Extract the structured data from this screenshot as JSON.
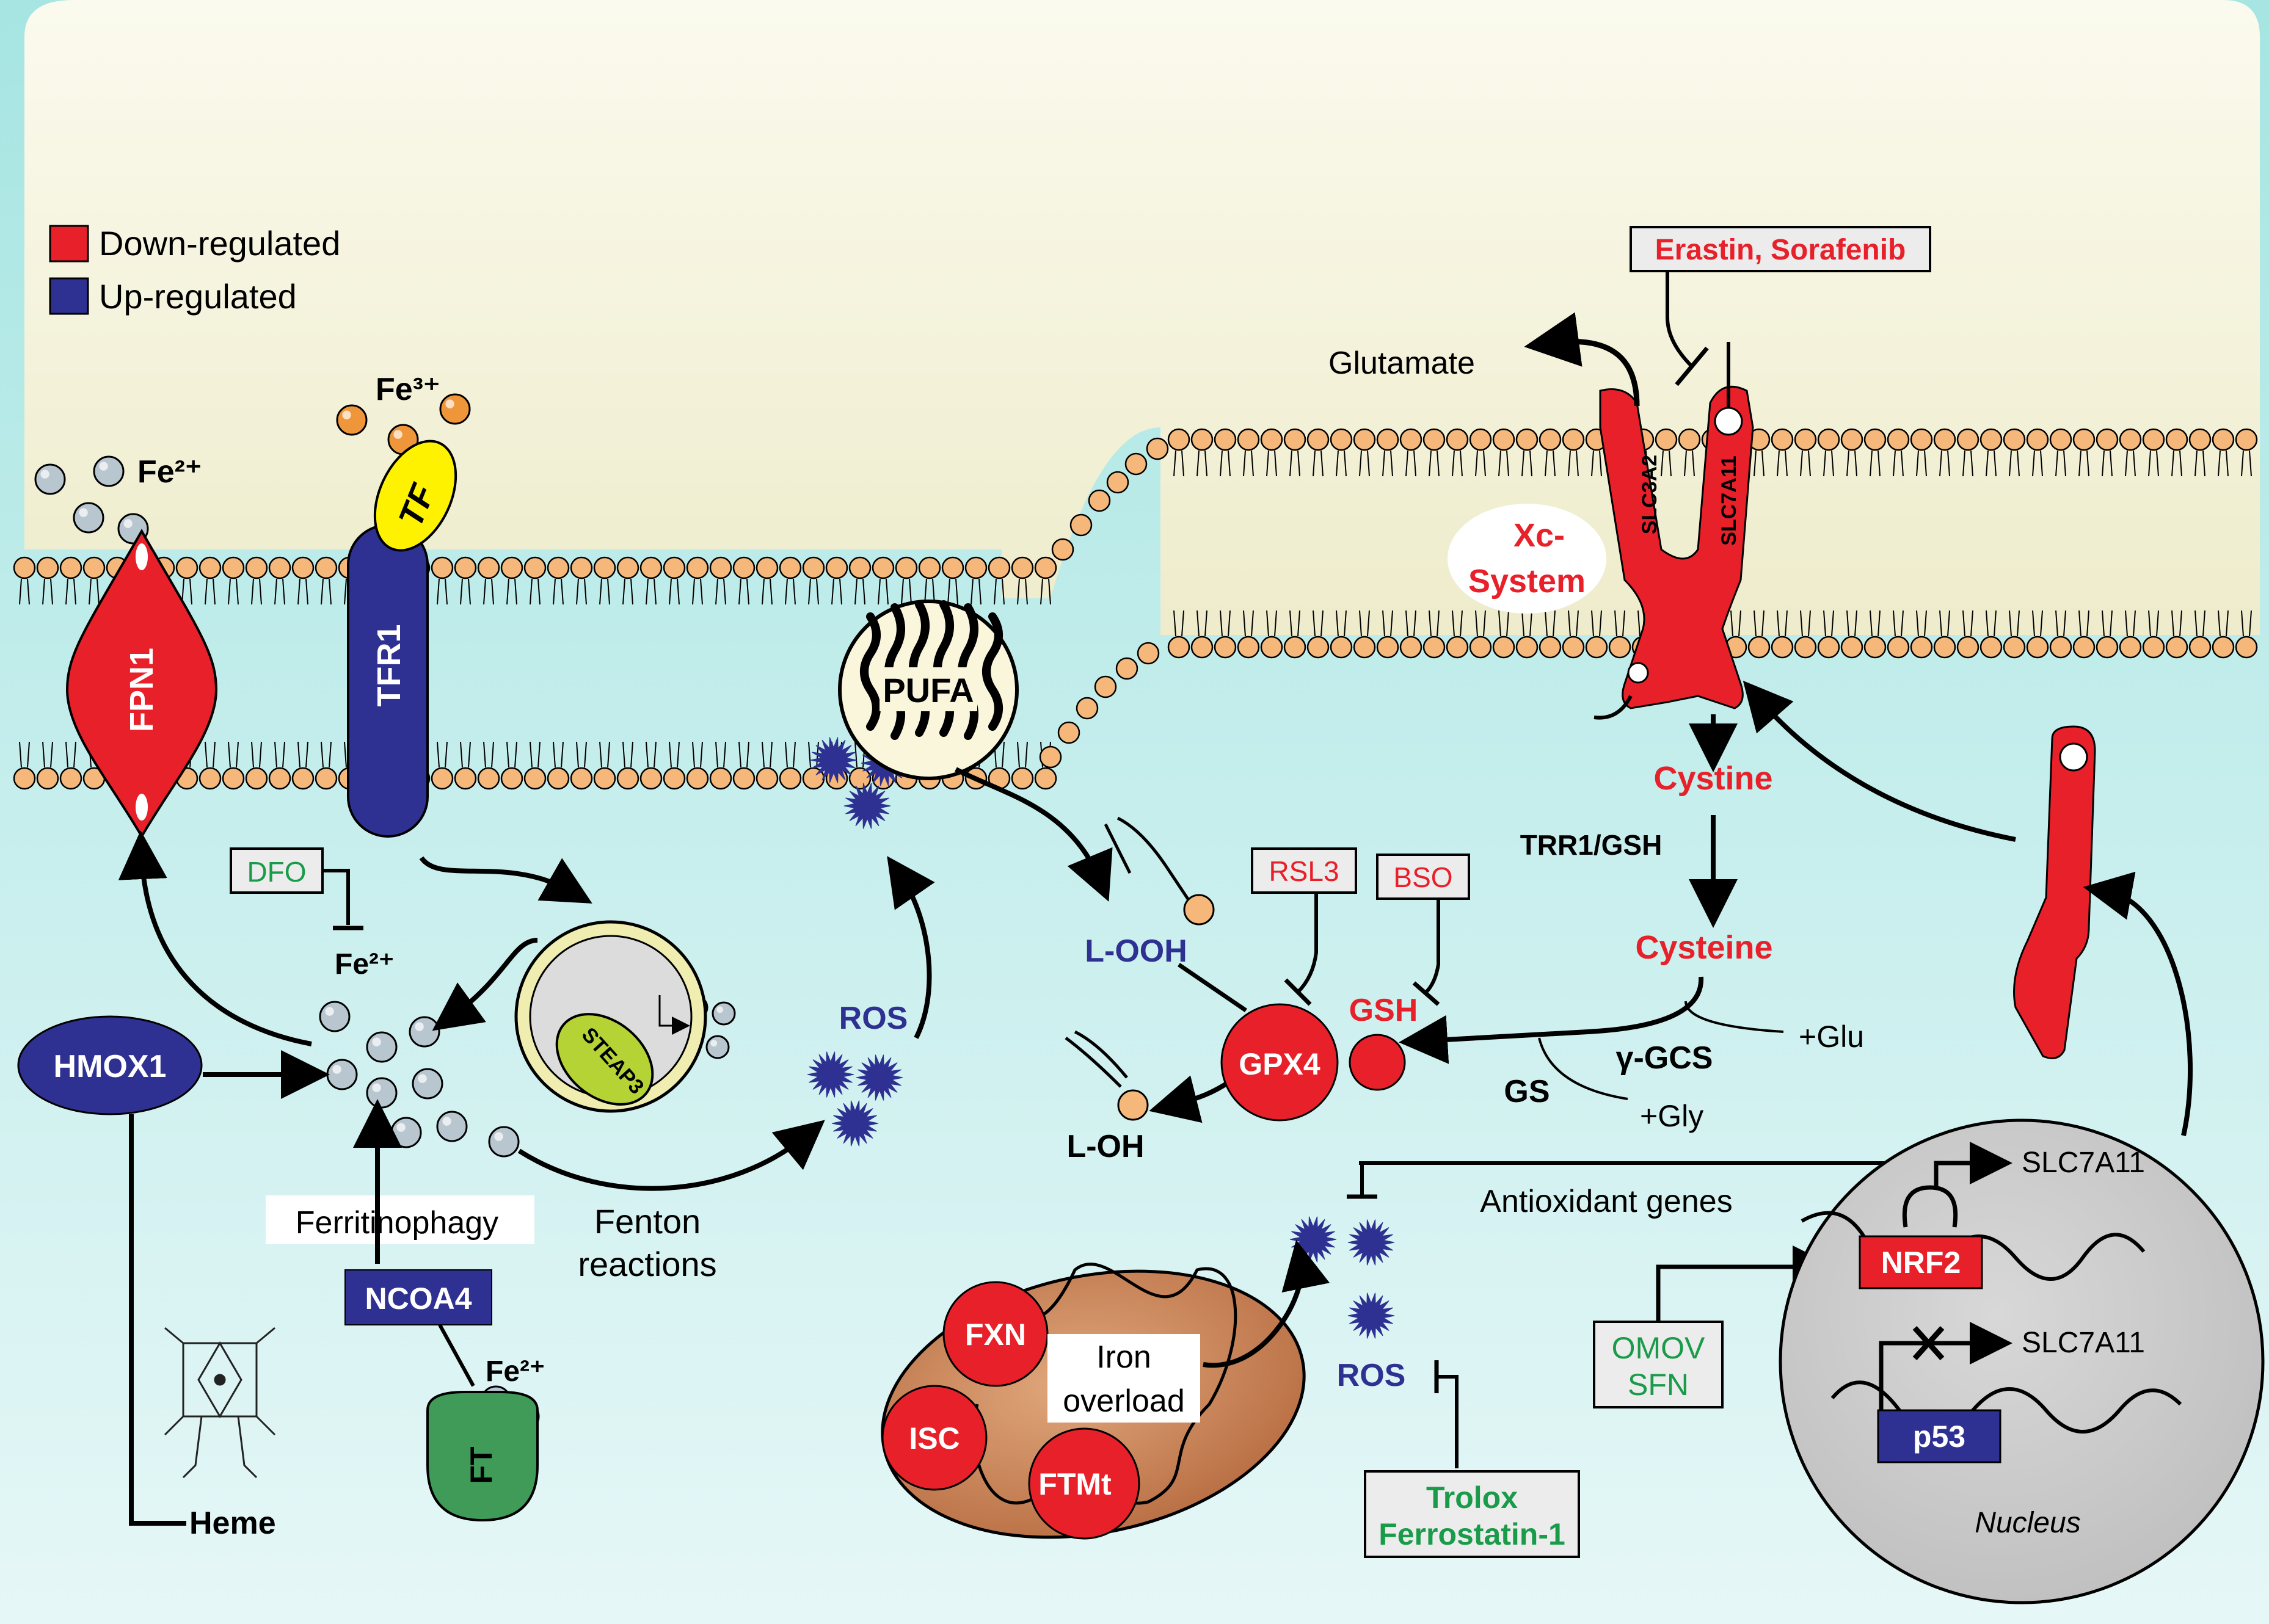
{
  "legend": {
    "down_label": "Down-regulated",
    "up_label": "Up-regulated",
    "down_color": "#e8202a",
    "up_color": "#2e3192"
  },
  "colors": {
    "extracellular": "#f2f0cf",
    "cytoplasm": "#a9e6e3",
    "down": "#e8202a",
    "up": "#2e3192",
    "inhibitor_text": "#1a9b4a",
    "inducer_text": "#e8202a",
    "lipid_head": "#f5b87a",
    "iron_ion": "#b8c6cf",
    "fe3_ion": "#f0963a"
  },
  "membrane": {
    "fe2_out": "Fe²⁺",
    "fe3_out": "Fe³⁺",
    "fpn1": "FPN1",
    "tfr1": "TFR1",
    "tf": "TF",
    "pufa": "PUFA",
    "glutamate": "Glutamate",
    "slc3a2": "SLC3A2",
    "slc7a11": "SLC7A11",
    "xc_system_line1": "Xc-",
    "xc_system_line2": "System"
  },
  "drugs": {
    "erastin": "Erastin, Sorafenib",
    "dfo": "DFO",
    "rsl3": "RSL3",
    "bso": "BSO",
    "omov_line1": "OMOV",
    "omov_line2": "SFN",
    "trolox_line1": "Trolox",
    "trolox_line2": "Ferrostatin-1"
  },
  "cytoplasm": {
    "fe2_pool": "Fe²⁺",
    "steap3": "STEAP3",
    "hmox1": "HMOX1",
    "heme": "Heme",
    "ferritinophagy": "Ferritinophagy",
    "ncoa4": "NCOA4",
    "ft": "FT",
    "ft_fe2": "Fe²⁺",
    "fenton_line1": "Fenton",
    "fenton_line2": "reactions",
    "ros_top": "ROS",
    "ros_bottom": "ROS",
    "l_ooh": "L-OOH",
    "l_oh": "L-OH",
    "gpx4": "GPX4",
    "gsh": "GSH",
    "cystine": "Cystine",
    "trr1": "TRR1/GSH",
    "cysteine": "Cysteine",
    "gamma_gcs": "γ-GCS",
    "plus_glu": "+Glu",
    "gs": "GS",
    "plus_gly": "+Gly",
    "antioxidant_genes": "Antioxidant genes"
  },
  "mitochondrion": {
    "fxn": "FXN",
    "isc": "ISC",
    "ftmt": "FTMt",
    "iron_overload_line1": "Iron",
    "iron_overload_line2": "overload"
  },
  "nucleus": {
    "label": "Nucleus",
    "nrf2": "NRF2",
    "p53": "p53",
    "slc7a11_top": "SLC7A11",
    "slc7a11_bottom": "SLC7A11"
  }
}
